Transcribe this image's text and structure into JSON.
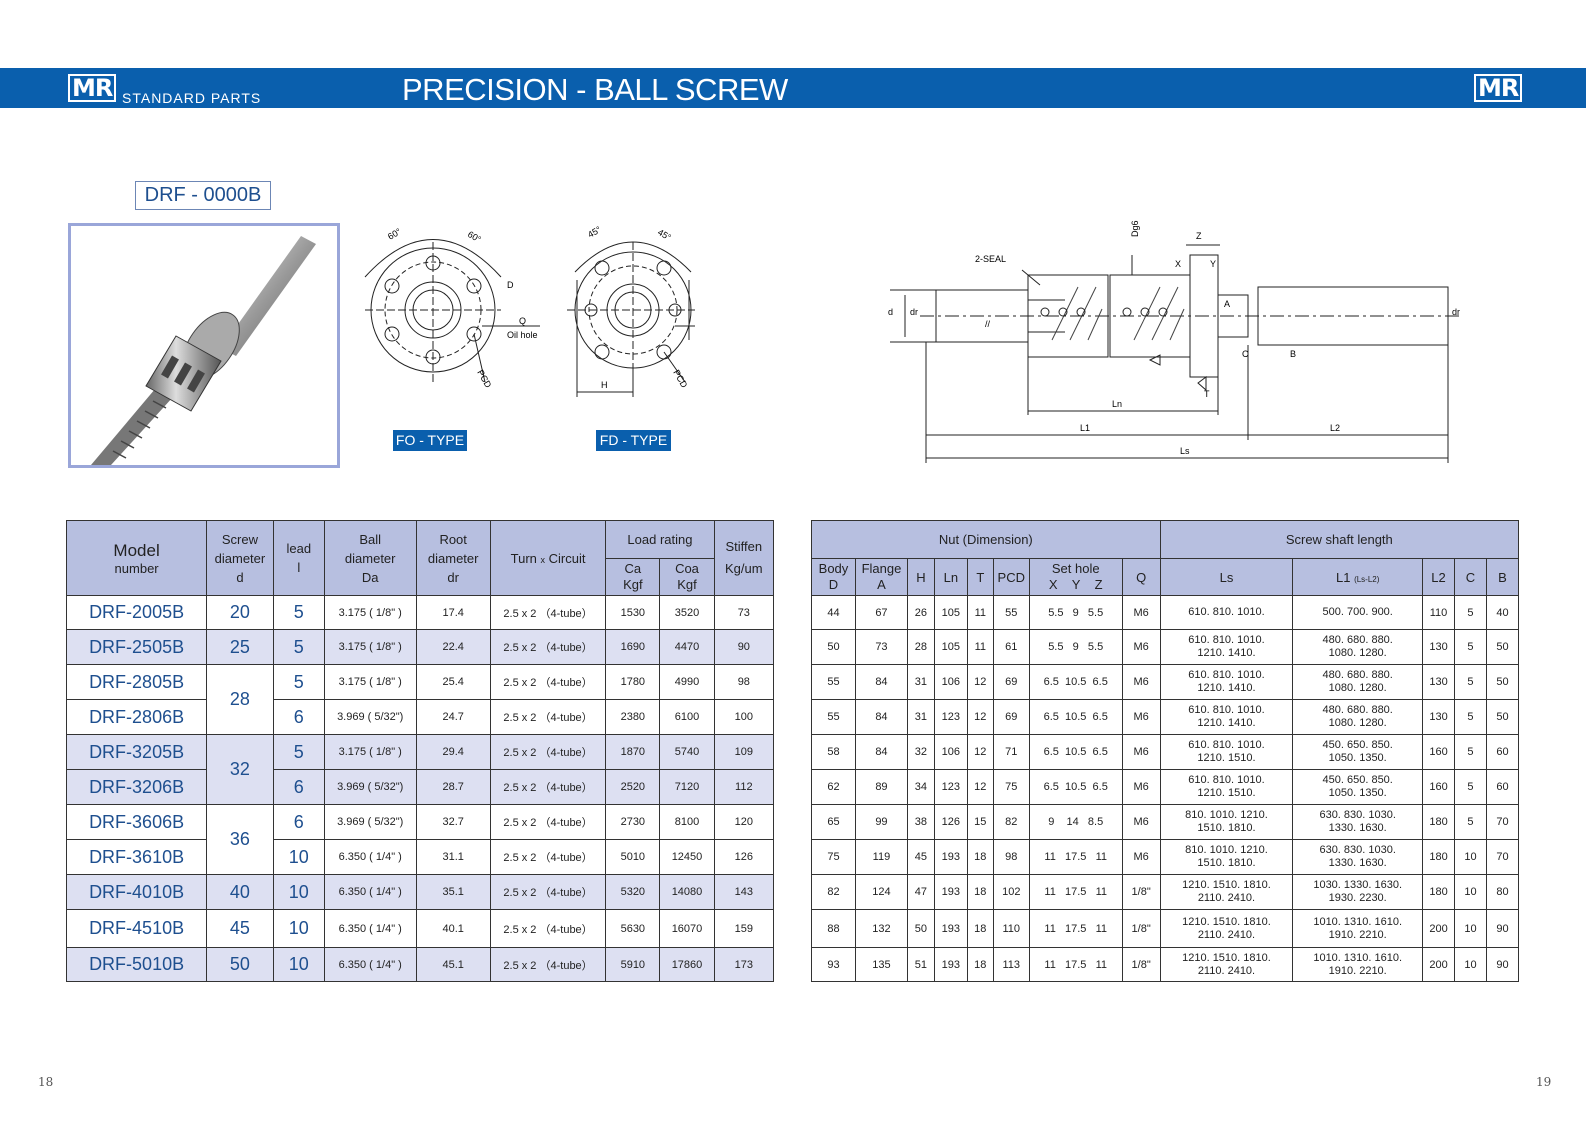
{
  "header": {
    "logo_left": "MR",
    "logo_right": "MR",
    "subtitle": "STANDARD  PARTS",
    "title": "PRECISION - BALL SCREW"
  },
  "model_code": "DRF - 0000B",
  "flange_labels": {
    "fo_tag": "FO - TYPE",
    "fd_tag": "FD - TYPE",
    "angle_60": "60°",
    "angle_45": "45°",
    "d": "D",
    "q": "Q",
    "oil_hole": "Oil hole",
    "pcd": "PCD",
    "h": "H"
  },
  "drawing_labels": {
    "seal": "2-SEAL",
    "dg6": "Dg6",
    "z": "Z",
    "x": "X",
    "y": "Y",
    "a": "A",
    "c": "C",
    "b": "B",
    "t": "T",
    "d": "d",
    "dr": "dr",
    "ln": "Ln",
    "l1": "L1",
    "l2": "L2",
    "ls": "Ls",
    "slash": "//"
  },
  "left_table": {
    "h_model": "Model",
    "h_number": "number",
    "h_screw": "Screw",
    "h_diameter": "diameter",
    "h_d": "d",
    "h_lead": "lead",
    "h_l": "l",
    "h_ball": "Ball",
    "h_ball_diameter": "diameter",
    "h_da": "Da",
    "h_root": "Root",
    "h_root_diameter": "diameter",
    "h_dr": "dr",
    "h_turn": "Turn",
    "h_x": "x",
    "h_circuit": "Circuit",
    "h_load": "Load  rating",
    "h_ca": "Ca",
    "h_coa": "Coa",
    "h_kgf1": "Kgf",
    "h_kgf2": "Kgf",
    "h_stiffen": "Stiffen",
    "h_kgum": "Kg/um",
    "rows": [
      {
        "model": "DRF-2005B",
        "d": "20",
        "lead": "5",
        "ball": "3.175 ( 1/8\" )",
        "root": "17.4",
        "turn": "2.5 x 2 （4-tube）",
        "ca": "1530",
        "coa": "3520",
        "stiff": "73"
      },
      {
        "model": "DRF-2505B",
        "d": "25",
        "lead": "5",
        "ball": "3.175 ( 1/8\" )",
        "root": "22.4",
        "turn": "2.5 x 2 （4-tube）",
        "ca": "1690",
        "coa": "4470",
        "stiff": "90"
      },
      {
        "model": "DRF-2805B",
        "d": "28",
        "lead": "5",
        "ball": "3.175 ( 1/8\" )",
        "root": "25.4",
        "turn": "2.5 x 2 （4-tube）",
        "ca": "1780",
        "coa": "4990",
        "stiff": "98"
      },
      {
        "model": "DRF-2806B",
        "d": "",
        "lead": "6",
        "ball": "3.969 ( 5/32\")",
        "root": "24.7",
        "turn": "2.5 x 2 （4-tube）",
        "ca": "2380",
        "coa": "6100",
        "stiff": "100"
      },
      {
        "model": "DRF-3205B",
        "d": "32",
        "lead": "5",
        "ball": "3.175 ( 1/8\" )",
        "root": "29.4",
        "turn": "2.5 x 2 （4-tube）",
        "ca": "1870",
        "coa": "5740",
        "stiff": "109"
      },
      {
        "model": "DRF-3206B",
        "d": "",
        "lead": "6",
        "ball": "3.969 ( 5/32\")",
        "root": "28.7",
        "turn": "2.5 x 2 （4-tube）",
        "ca": "2520",
        "coa": "7120",
        "stiff": "112"
      },
      {
        "model": "DRF-3606B",
        "d": "36",
        "lead": "6",
        "ball": "3.969 ( 5/32\")",
        "root": "32.7",
        "turn": "2.5 x 2 （4-tube）",
        "ca": "2730",
        "coa": "8100",
        "stiff": "120"
      },
      {
        "model": "DRF-3610B",
        "d": "",
        "lead": "10",
        "ball": "6.350 ( 1/4\" )",
        "root": "31.1",
        "turn": "2.5 x 2 （4-tube）",
        "ca": "5010",
        "coa": "12450",
        "stiff": "126"
      },
      {
        "model": "DRF-4010B",
        "d": "40",
        "lead": "10",
        "ball": "6.350 ( 1/4\" )",
        "root": "35.1",
        "turn": "2.5 x 2 （4-tube）",
        "ca": "5320",
        "coa": "14080",
        "stiff": "143"
      },
      {
        "model": "DRF-4510B",
        "d": "45",
        "lead": "10",
        "ball": "6.350 ( 1/4\" )",
        "root": "40.1",
        "turn": "2.5 x 2 （4-tube）",
        "ca": "5630",
        "coa": "16070",
        "stiff": "159"
      },
      {
        "model": "DRF-5010B",
        "d": "50",
        "lead": "10",
        "ball": "6.350 ( 1/4\" )",
        "root": "45.1",
        "turn": "2.5 x 2 （4-tube）",
        "ca": "5910",
        "coa": "17860",
        "stiff": "173"
      }
    ]
  },
  "right_table": {
    "h_nut": "Nut  (Dimension)",
    "h_shaft": "Screw  shaft  length",
    "h_body": "Body",
    "h_body_d": "D",
    "h_flange": "Flange",
    "h_flange_a": "A",
    "h_h": "H",
    "h_ln": "Ln",
    "h_t": "T",
    "h_pcd": "PCD",
    "h_set": "Set hole",
    "h_xyz": "X    Y    Z",
    "h_q": "Q",
    "h_ls": "Ls",
    "h_l1": "L1",
    "h_l1_sub": "(Ls-L2)",
    "h_l2": "L2",
    "h_c": "C",
    "h_b": "B",
    "rows": [
      {
        "body": "44",
        "flange": "67",
        "h": "26",
        "ln": "105",
        "t": "11",
        "pcd": "55",
        "xyz": "5.5   9   5.5",
        "q": "M6",
        "ls1": "610.  810.  1010.",
        "ls2": "",
        "l11": "500.  700.  900.",
        "l12": "",
        "l2": "110",
        "c": "5",
        "b": "40"
      },
      {
        "body": "50",
        "flange": "73",
        "h": "28",
        "ln": "105",
        "t": "11",
        "pcd": "61",
        "xyz": "5.5   9   5.5",
        "q": "M6",
        "ls1": "610.  810.  1010.",
        "ls2": "1210.  1410.",
        "l11": "480.  680.  880.",
        "l12": "1080.  1280.",
        "l2": "130",
        "c": "5",
        "b": "50"
      },
      {
        "body": "55",
        "flange": "84",
        "h": "31",
        "ln": "106",
        "t": "12",
        "pcd": "69",
        "xyz": "6.5  10.5  6.5",
        "q": "M6",
        "ls1": "610.  810.  1010.",
        "ls2": "1210.  1410.",
        "l11": "480.  680.  880.",
        "l12": "1080.  1280.",
        "l2": "130",
        "c": "5",
        "b": "50"
      },
      {
        "body": "55",
        "flange": "84",
        "h": "31",
        "ln": "123",
        "t": "12",
        "pcd": "69",
        "xyz": "6.5  10.5  6.5",
        "q": "M6",
        "ls1": "610.  810.  1010.",
        "ls2": "1210.  1410.",
        "l11": "480.  680.  880.",
        "l12": "1080.  1280.",
        "l2": "130",
        "c": "5",
        "b": "50"
      },
      {
        "body": "58",
        "flange": "84",
        "h": "32",
        "ln": "106",
        "t": "12",
        "pcd": "71",
        "xyz": "6.5  10.5  6.5",
        "q": "M6",
        "ls1": "610.  810.  1010.",
        "ls2": "1210.  1510.",
        "l11": "450.  650.  850.",
        "l12": "1050.  1350.",
        "l2": "160",
        "c": "5",
        "b": "60"
      },
      {
        "body": "62",
        "flange": "89",
        "h": "34",
        "ln": "123",
        "t": "12",
        "pcd": "75",
        "xyz": "6.5  10.5  6.5",
        "q": "M6",
        "ls1": "610.  810.  1010.",
        "ls2": "1210.  1510.",
        "l11": "450.  650.  850.",
        "l12": "1050.  1350.",
        "l2": "160",
        "c": "5",
        "b": "60"
      },
      {
        "body": "65",
        "flange": "99",
        "h": "38",
        "ln": "126",
        "t": "15",
        "pcd": "82",
        "xyz": "9    14   8.5",
        "q": "M6",
        "ls1": "810.  1010.  1210.",
        "ls2": "1510.  1810.",
        "l11": "630.  830.  1030.",
        "l12": "1330.  1630.",
        "l2": "180",
        "c": "5",
        "b": "70"
      },
      {
        "body": "75",
        "flange": "119",
        "h": "45",
        "ln": "193",
        "t": "18",
        "pcd": "98",
        "xyz": "11   17.5   11",
        "q": "M6",
        "ls1": "810.  1010.  1210.",
        "ls2": "1510.  1810.",
        "l11": "630.  830.  1030.",
        "l12": "1330.  1630.",
        "l2": "180",
        "c": "10",
        "b": "70"
      },
      {
        "body": "82",
        "flange": "124",
        "h": "47",
        "ln": "193",
        "t": "18",
        "pcd": "102",
        "xyz": "11   17.5   11",
        "q": "1/8\"",
        "ls1": "1210.  1510.  1810.",
        "ls2": "2110.  2410.",
        "l11": "1030.  1330.  1630.",
        "l12": "1930.  2230.",
        "l2": "180",
        "c": "10",
        "b": "80"
      },
      {
        "body": "88",
        "flange": "132",
        "h": "50",
        "ln": "193",
        "t": "18",
        "pcd": "110",
        "xyz": "11   17.5   11",
        "q": "1/8\"",
        "ls1": "1210.  1510.  1810.",
        "ls2": "2110.  2410.",
        "l11": "1010.  1310.  1610.",
        "l12": "1910.  2210.",
        "l2": "200",
        "c": "10",
        "b": "90"
      },
      {
        "body": "93",
        "flange": "135",
        "h": "51",
        "ln": "193",
        "t": "18",
        "pcd": "113",
        "xyz": "11   17.5   11",
        "q": "1/8\"",
        "ls1": "1210.  1510.  1810.",
        "ls2": "2110.  2410.",
        "l11": "1010.  1310.  1610.",
        "l12": "1910.  2210.",
        "l2": "200",
        "c": "10",
        "b": "90"
      }
    ]
  },
  "page_left": "18",
  "page_right": "19"
}
